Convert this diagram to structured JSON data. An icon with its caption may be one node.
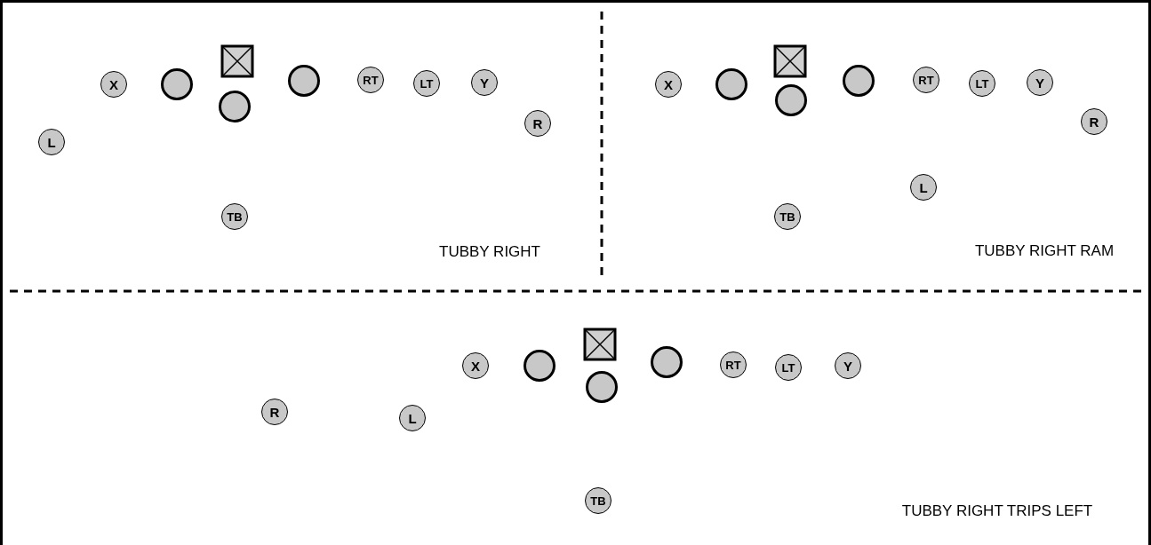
{
  "diagram": {
    "nodes": [
      {
        "text": [
          "L"
        ]
      },
      {
        "text": [
          "X"
        ]
      },
      {
        "text": [],
        "shape": "circle"
      },
      {
        "text": [],
        "shape": "box"
      },
      {
        "text": [],
        "shape": "circle"
      },
      {
        "text": [],
        "shape": "circle"
      },
      {
        "text": [
          "RT"
        ]
      },
      {
        "text": [
          "LT"
        ]
      },
      {
        "text": [
          "Y"
        ]
      },
      {
        "text": [
          "R"
        ]
      },
      {
        "text": [
          "TB"
        ]
      },
      {
        "text": [
          "X"
        ]
      },
      {
        "text": [],
        "shape": "circle"
      },
      {
        "text": [],
        "shape": "box"
      },
      {
        "text": [],
        "shape": "circle"
      },
      {
        "text": [],
        "shape": "circle"
      },
      {
        "text": [
          "RT"
        ]
      },
      {
        "text": [
          "LT"
        ]
      },
      {
        "text": [
          "Y"
        ]
      },
      {
        "text": [
          "R"
        ]
      },
      {
        "text": [
          "L"
        ]
      },
      {
        "text": [
          "TB"
        ]
      },
      {
        "text": [
          "R"
        ]
      },
      {
        "text": [
          "L"
        ]
      },
      {
        "text": [
          "X"
        ]
      },
      {
        "text": [],
        "shape": "circle"
      },
      {
        "text": [],
        "shape": "box"
      },
      {
        "text": [],
        "shape": "circle"
      },
      {
        "text": [],
        "shape": "circle"
      },
      {
        "text": [
          "RT"
        ]
      },
      {
        "text": [
          "LT"
        ]
      },
      {
        "text": [
          "Y"
        ]
      },
      {
        "text": [
          "TB"
        ]
      }
    ],
    "labels": [
      "TUBBY RIGHT",
      "TUBBY RIGHT RAM",
      "TUBBY RIGHT TRIPS LEFT"
    ]
  }
}
